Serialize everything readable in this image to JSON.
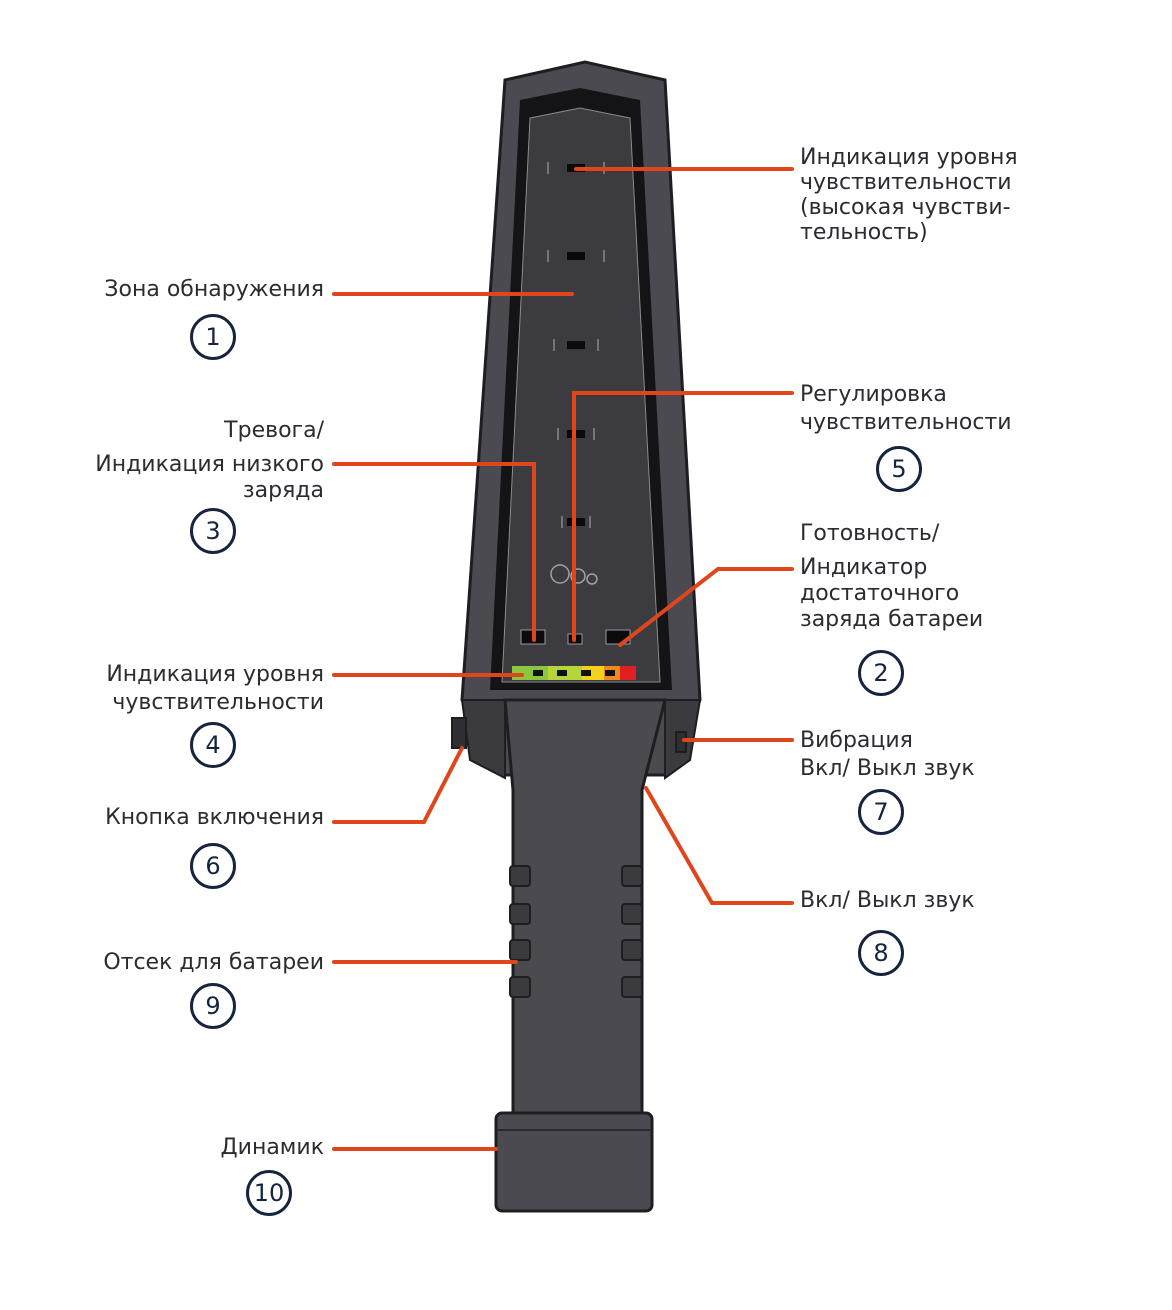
{
  "labels": {
    "detection_zone": [
      "Зона обнаружения"
    ],
    "alarm_low_charge": [
      "Тревога/",
      "Индикация низкого",
      "заряда"
    ],
    "sensitivity_level_left": [
      "Индикация уровня",
      "чувствительности"
    ],
    "power_button": [
      "Кнопка включения"
    ],
    "battery_compartment": [
      "Отсек для батареи"
    ],
    "speaker": [
      "Динамик"
    ],
    "sensitivity_level_high": [
      "Индикация уровня",
      "чувствительности",
      "(высокая чувстви-",
      "тельность)"
    ],
    "sensitivity_adjust": [
      "Регулировка",
      "чувствительности"
    ],
    "ready_battery": [
      "Готовность/",
      "Индикатор",
      "достаточного",
      "заряда батареи"
    ],
    "vibration": [
      "Вибрация",
      "Вкл/ Выкл звук"
    ],
    "sound_toggle": [
      "Вкл/ Выкл звук"
    ]
  },
  "numbers": {
    "detection_zone": "1",
    "ready_battery": "2",
    "alarm_low_charge": "3",
    "sensitivity_level_left": "4",
    "sensitivity_adjust": "5",
    "power_button": "6",
    "vibration": "7",
    "sound_toggle": "8",
    "battery_compartment": "9",
    "speaker": "10"
  },
  "colors": {
    "leader_line": "#e0461c",
    "device_body": "#4a4a50",
    "device_dark": "#17171a",
    "number_circle": "#16243f",
    "led_green": "#8cc63f",
    "led_yellow": "#f2d21b",
    "led_red": "#e02020"
  }
}
